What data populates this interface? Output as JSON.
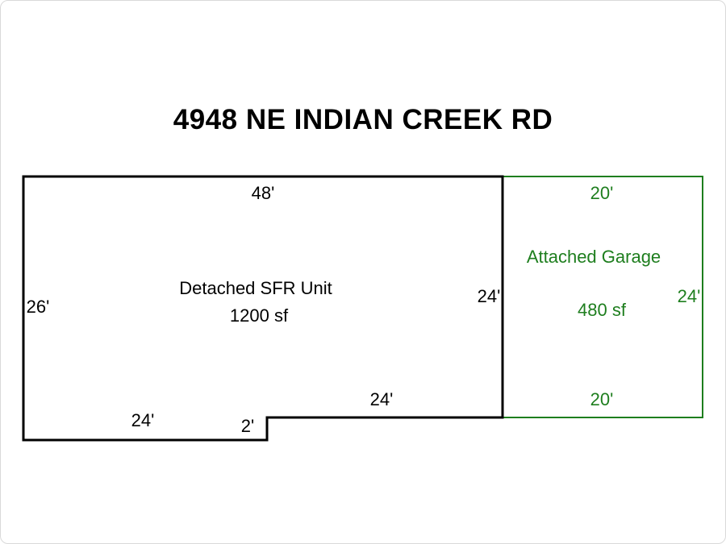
{
  "title": "4948 NE INDIAN CREEK RD",
  "colors": {
    "sfr_outline": "#000000",
    "garage_outline": "#1e7e1e",
    "sfr_text": "#000000",
    "garage_text": "#1e7e1e"
  },
  "sfr": {
    "label": "Detached SFR Unit",
    "area": "1200 sf",
    "dim_top": "48'",
    "dim_left": "26'",
    "dim_right": "24'",
    "dim_bottom_left": "24'",
    "dim_step": "2'",
    "dim_bottom_right": "24'"
  },
  "garage": {
    "label": "Attached Garage",
    "area": "480 sf",
    "dim_top": "20'",
    "dim_right": "24'",
    "dim_bottom": "20'"
  }
}
